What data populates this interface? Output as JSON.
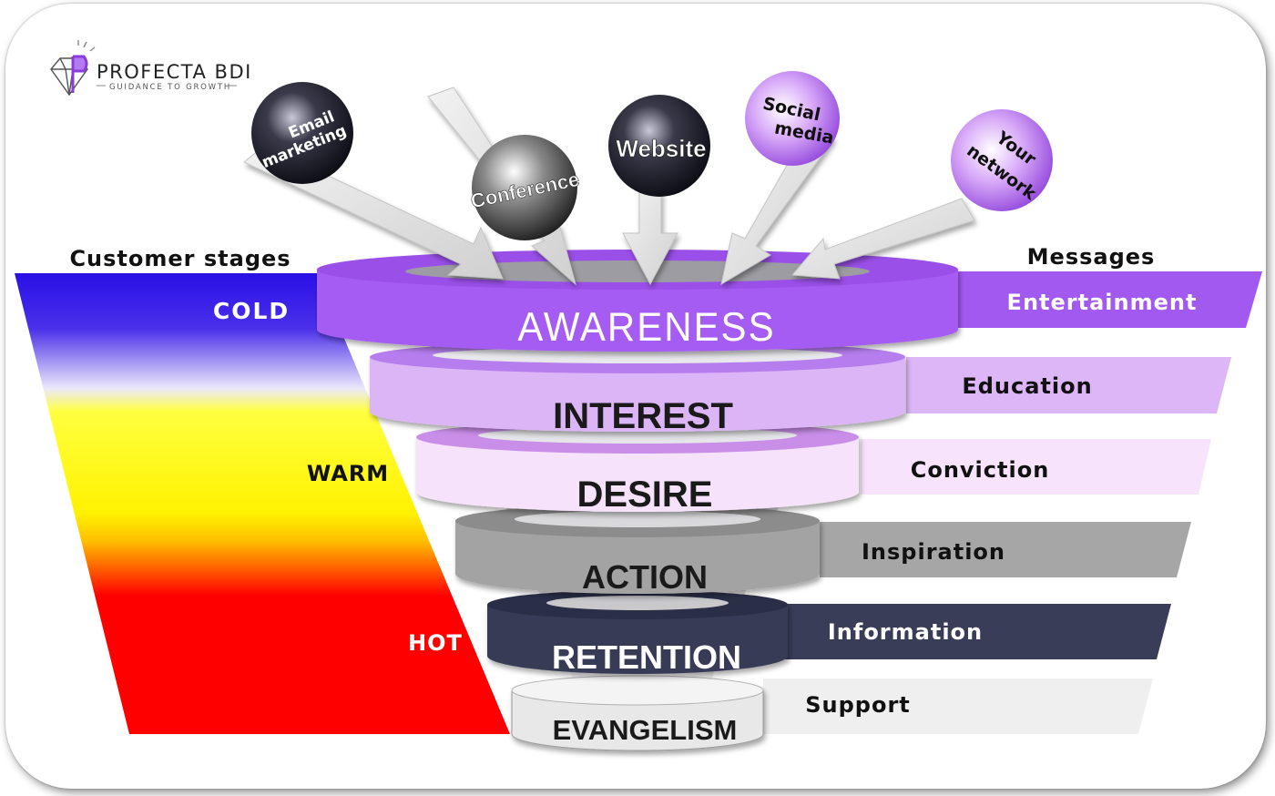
{
  "logo": {
    "name": "PROFECTA BDI",
    "tagline": "GUIDANCE TO GROWTH"
  },
  "headings": {
    "customer_stages": "Customer stages",
    "messages": "Messages"
  },
  "temperatures": {
    "cold": "COLD",
    "warm": "WARM",
    "hot": "HOT"
  },
  "channels": {
    "email": [
      "Email",
      "marketing"
    ],
    "conference": "Conference",
    "website": "Website",
    "social": [
      "Social",
      "media"
    ],
    "network": [
      "Your",
      "network"
    ]
  },
  "stages": [
    {
      "label": "AWARENESS",
      "message": "Entertainment"
    },
    {
      "label": "INTEREST",
      "message": "Education"
    },
    {
      "label": "DESIRE",
      "message": "Conviction"
    },
    {
      "label": "ACTION",
      "message": "Inspiration"
    },
    {
      "label": "RETENTION",
      "message": "Information"
    },
    {
      "label": "EVANGELISM",
      "message": "Support"
    }
  ],
  "colors": {
    "cold": "#2a10e6",
    "warm": "#fff200",
    "hot": "#ff0000",
    "awareness": "#a259f0",
    "interest": "#dcb6f7",
    "desire": "#f5dcfa",
    "action": "#a4a4a4",
    "retention": "#3a3d57",
    "evangelism": "#eeeeee"
  }
}
